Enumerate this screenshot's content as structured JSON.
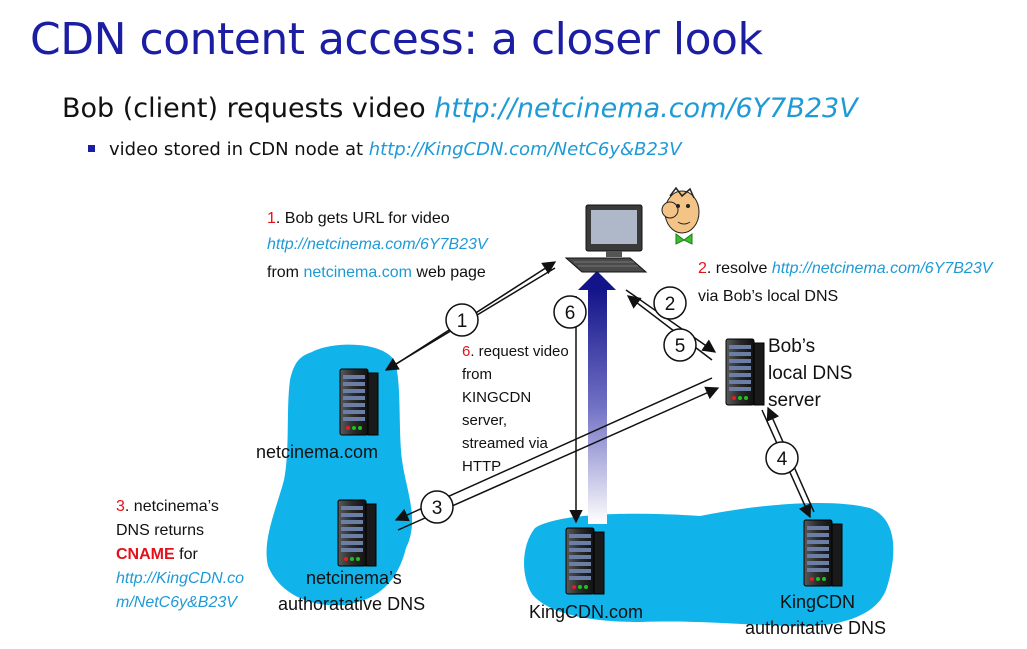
{
  "title": "CDN content access: a closer look",
  "subtitle": {
    "text": "Bob (client) requests video ",
    "url": "http://netcinema.com/6Y7B23V"
  },
  "bullet": {
    "text": "video stored in CDN node at ",
    "url": "http://KingCDN.com/NetC6y&B23V"
  },
  "steps": {
    "s1": {
      "num": "1",
      "line1": ". Bob gets URL for video",
      "url": "http://netcinema.com/6Y7B23V",
      "line3a": "from ",
      "line3_link": "netcinema.com",
      "line3b": " web page"
    },
    "s2": {
      "num": "2",
      "line1a": ". resolve ",
      "url": "http://netcinema.com/6Y7B23V",
      "line2": "via Bob’s local DNS"
    },
    "s3": {
      "num": "3",
      "line1": ". netcinema’s",
      "line2": "DNS returns",
      "cname": "CNAME",
      "for": " for",
      "url1": "http://KingCDN.co",
      "url2": "m/NetC6y&B23V"
    },
    "s6": {
      "num": "6",
      "line1": ". request video",
      "line2": "from",
      "line3": "KINGCDN",
      "line4": "server,",
      "line5": "streamed via",
      "line6": "HTTP"
    }
  },
  "circles": [
    "1",
    "2",
    "3",
    "4",
    "5",
    "6"
  ],
  "nodes": {
    "netcinema": "netcinema.com",
    "netcinema_dns_1": "netcinema’s",
    "netcinema_dns_2": "authoratative DNS",
    "bob_dns_1": "Bob’s",
    "bob_dns_2": "local DNS",
    "bob_dns_3": "server",
    "kingcdn": "KingCDN.com",
    "kingcdn_dns_1": "KingCDN",
    "kingcdn_dns_2": "authoritative DNS"
  },
  "colors": {
    "title": "#1b1ea3",
    "url": "#1e9ad6",
    "step_number": "#e3111a",
    "cloud": "#10b3ea",
    "stream_arrow": "#13138a"
  }
}
